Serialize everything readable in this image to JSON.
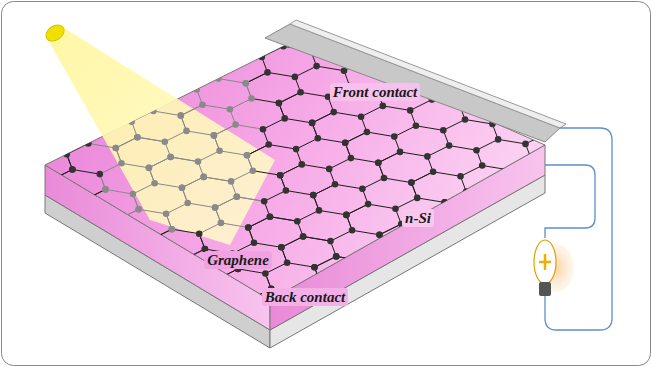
{
  "diagram": {
    "labels": [
      "Front contact",
      "n-Si",
      "Graphene",
      "Back contact"
    ]
  }
}
